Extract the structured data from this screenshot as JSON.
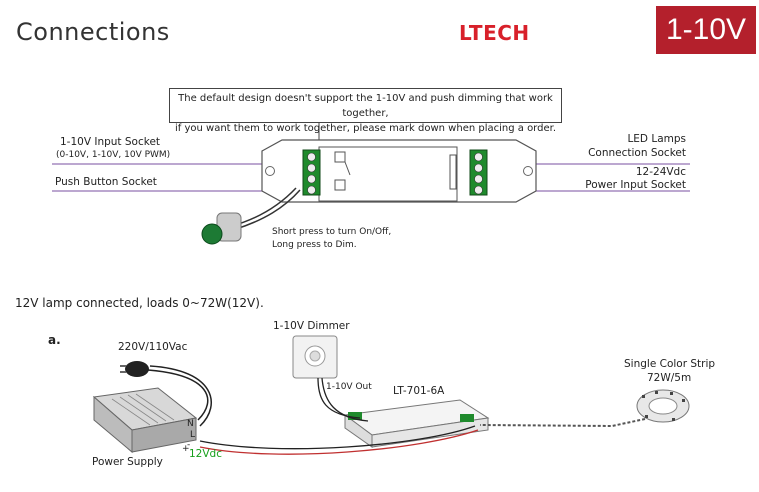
{
  "header": {
    "title": "Connections",
    "brand": "LTECH",
    "badge": "1-10V"
  },
  "note": {
    "line1": "The default design doesn't support the 1-10V and push dimming that work together,",
    "line2": "if you want them to work together, please mark down when placing a order."
  },
  "controller_labels": {
    "input_socket": "1-10V Input Socket",
    "input_socket_detail": "(0-10V, 1-10V, 10V PWM)",
    "push_button_socket": "Push Button Socket",
    "led_socket_line1": "LED Lamps",
    "led_socket_line2": "Connection Socket",
    "power_socket_line1": "12-24Vdc",
    "power_socket_line2": "Power Input Socket",
    "press_line1": "Short press to turn On/Off,",
    "press_line2": "Long press to Dim."
  },
  "wiring": {
    "subtitle": "12V lamp connected, loads 0~72W(12V).",
    "section_letter": "a.",
    "ac_input": "220V/110Vac",
    "dimmer": "1-10V Dimmer",
    "dimmer_output": "1-10V Out",
    "model": "LT-701-6A",
    "strip_line1": "Single Color Strip",
    "strip_line2": "72W/5m",
    "power_supply": "Power Supply",
    "dc_output": "12Vdc",
    "terminal_n": "N",
    "terminal_l": "L",
    "terminal_minus": "-",
    "terminal_plus": "+"
  },
  "colors": {
    "badge_bg": "#b4202c",
    "brand_red": "#d8202a",
    "callout_line": "#7a4fa0",
    "terminal_green": "#1f8a2c",
    "button_green": "#1d7a34",
    "dc_label": "#17a01c"
  }
}
